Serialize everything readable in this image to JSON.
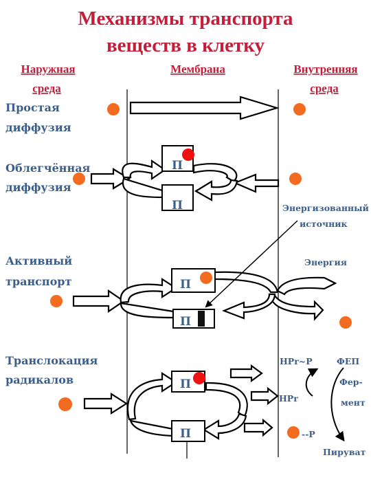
{
  "title": {
    "line1": "Механизмы транспорта",
    "line2": "веществ в клетку"
  },
  "columns": {
    "outer_line1": "Наружная",
    "outer_line2": "среда",
    "membrane": "Мембрана",
    "inner_line1": "Внутренняя",
    "inner_line2": "среда"
  },
  "mechanisms": {
    "simple_line1": "Простая",
    "simple_line2": "диффузия",
    "facilitated_line1": "Облегчённая",
    "facilitated_line2": "диффузия",
    "active_line1": "Активный",
    "active_line2": "транспорт",
    "translocation_line1": "Транслокация",
    "translocation_line2": "радикалов"
  },
  "carrier_label": "П",
  "annotations": {
    "energized_line1": "Энергизованный",
    "energized_line2": "источник",
    "energy": "Энергия",
    "hpr_p": "HPr~P",
    "hpr": "HPr",
    "p_group": "--P",
    "fep": "ФЕП",
    "enzyme_line1": "Фер-",
    "enzyme_line2": "мент",
    "pyruvate": "Пируват"
  },
  "colors": {
    "title": "#c41e3a",
    "labels": "#3b5f8a",
    "substance": "#f26b21",
    "bound_substance": "#ee1111"
  }
}
